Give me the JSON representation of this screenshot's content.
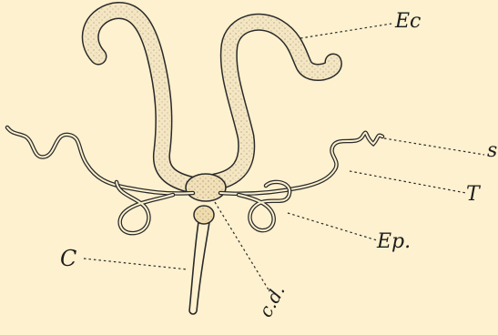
{
  "figure": {
    "background": "#fdf1cf",
    "ink": "#2a2a2a",
    "labels": {
      "ec": "Ec",
      "s": "s",
      "t": "T",
      "ep": "Ep.",
      "c": "C",
      "cd": "c.d."
    }
  }
}
